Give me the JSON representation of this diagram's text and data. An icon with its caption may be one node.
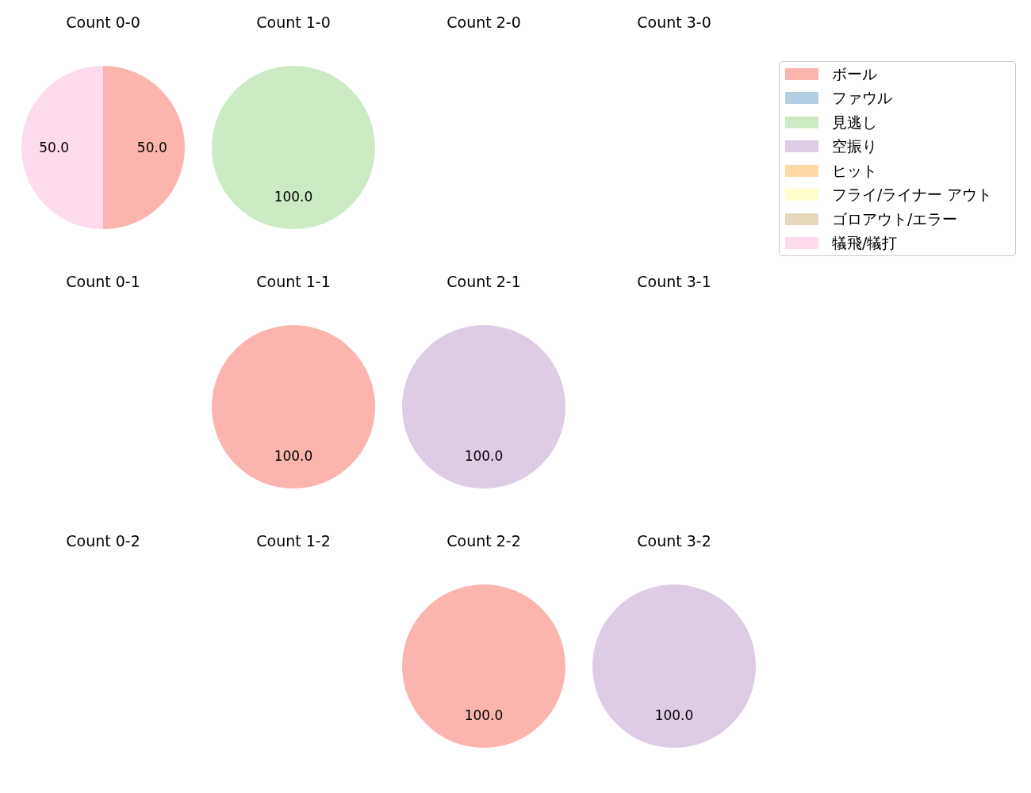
{
  "diagram": {
    "chart_data": [
      {
        "type": "pie",
        "title": "Count 0-0",
        "values": [
          50,
          0,
          0,
          0,
          0,
          0,
          0,
          50
        ],
        "value_labels": [
          "50.0",
          null,
          null,
          null,
          null,
          null,
          null,
          "50.0"
        ]
      },
      {
        "type": "pie",
        "title": "Count 1-0",
        "values": [
          0,
          0,
          100,
          0,
          0,
          0,
          0,
          0
        ],
        "value_labels": [
          null,
          null,
          "100.0",
          null,
          null,
          null,
          null,
          null
        ]
      },
      {
        "type": "pie",
        "title": "Count 2-0"
      },
      {
        "type": "pie",
        "title": "Count 3-0"
      },
      {
        "type": "pie",
        "title": "Count 0-1"
      },
      {
        "type": "pie",
        "title": "Count 1-1",
        "values": [
          100,
          0,
          0,
          0,
          0,
          0,
          0,
          0
        ],
        "value_labels": [
          "100.0",
          null,
          null,
          null,
          null,
          null,
          null,
          null
        ]
      },
      {
        "type": "pie",
        "title": "Count 2-1",
        "values": [
          0,
          0,
          0,
          100,
          0,
          0,
          0,
          0
        ],
        "value_labels": [
          null,
          null,
          null,
          "100.0",
          null,
          null,
          null,
          null
        ]
      },
      {
        "type": "pie",
        "title": "Count 3-1"
      },
      {
        "type": "pie",
        "title": "Count 0-2"
      },
      {
        "type": "pie",
        "title": "Count 1-2"
      },
      {
        "type": "pie",
        "title": "Count 2-2",
        "values": [
          100,
          0,
          0,
          0,
          0,
          0,
          0,
          0
        ],
        "value_labels": [
          "100.0",
          null,
          null,
          null,
          null,
          null,
          null,
          null
        ]
      },
      {
        "type": "pie",
        "title": "Count 3-2",
        "values": [
          0,
          0,
          0,
          100,
          0,
          0,
          0,
          0
        ],
        "value_labels": [
          null,
          null,
          null,
          "100.0",
          null,
          null,
          null,
          null
        ]
      }
    ],
    "legend": [
      {
        "text": "ボール",
        "color": "#fbb4ae"
      },
      {
        "text": "ファウル",
        "color": "#b3cde3"
      },
      {
        "text": "見逃し",
        "color": "#ccebc5"
      },
      {
        "text": "空振り",
        "color": "#decbe4"
      },
      {
        "text": "ヒット",
        "color": "#fed9a6"
      },
      {
        "text": "フライ/ライナー アウト",
        "color": "#ffffcc"
      },
      {
        "text": "ゴロアウト/エラー",
        "color": "#e5d8bd"
      },
      {
        "text": "犠飛/犠打",
        "color": "#fddaec"
      }
    ]
  }
}
